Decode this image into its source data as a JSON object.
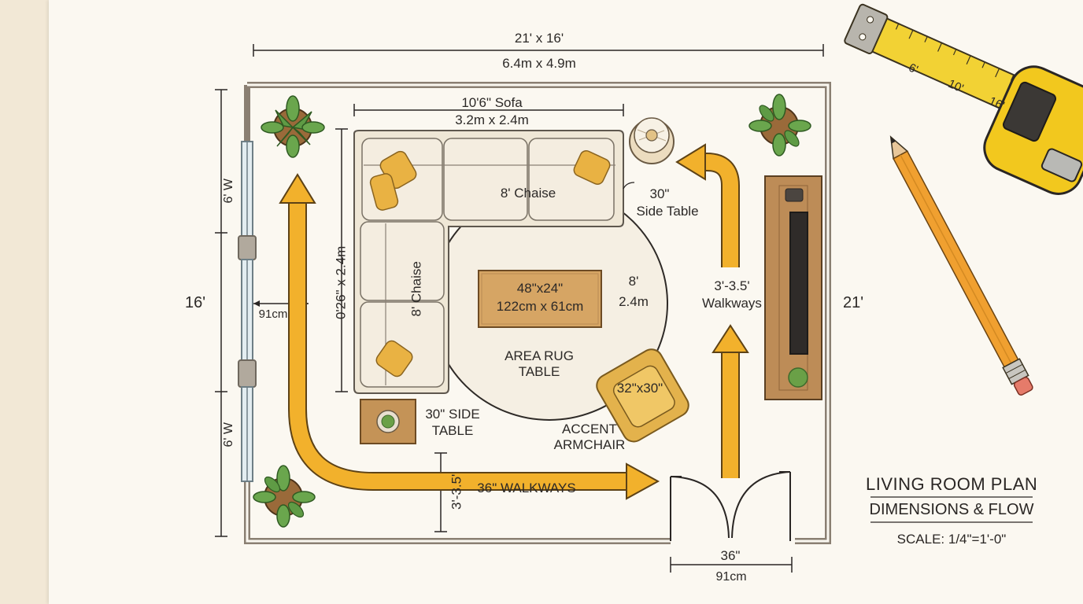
{
  "title": {
    "line1": "LIVING ROOM PLAN",
    "line2": "DIMENSIONS & FLOW",
    "scale": "SCALE: 1/4\"=1'-0\""
  },
  "overall": {
    "width_ft": "21' x 16'",
    "width_m": "6.4m x 4.9m",
    "left_height": "16'",
    "right_height": "21'"
  },
  "windows": {
    "upper": "6' W",
    "lower": "6' W"
  },
  "sofa": {
    "dim_ft": "10'6\" Sofa",
    "dim_m": "3.2m x 2.4m",
    "top_label": "8' Chaise",
    "left_label": "8' Chaise",
    "vertical_dim": "0'26\" x 2.4m"
  },
  "coffee_table": {
    "dim_in": "48\"x24\"",
    "dim_cm": "122cm x 61cm"
  },
  "rug": {
    "label_line1": "AREA RUG",
    "label_line2": "TABLE",
    "dim_ft": "8'",
    "dim_m": "2.4m"
  },
  "side_table_top": {
    "line1": "30\"",
    "line2": "Side Table"
  },
  "side_table_bottom": {
    "line1": "30\" SIDE",
    "line2": "TABLE"
  },
  "armchair": {
    "dim": "32\"x30\"",
    "line1": "ACCENT",
    "line2": "ARMCHAIR"
  },
  "walkways": {
    "right_line1": "3'-3.5'",
    "right_line2": "Walkways",
    "bottom": "36\" WALKWAYS",
    "bottom_vertical": "3'-3.5'",
    "left_gap": "91cm"
  },
  "door": {
    "dim_in": "36\"",
    "dim_cm": "91cm"
  },
  "tape_measure": {
    "marks": [
      "6'",
      "10'",
      "16'"
    ]
  },
  "colors": {
    "wall": "#8a7f72",
    "arrow": "#f2b12c",
    "sofa": "#efe7d6",
    "wood": "#b98a55",
    "plant": "#5f9b45",
    "paper": "#fbf8f1"
  }
}
